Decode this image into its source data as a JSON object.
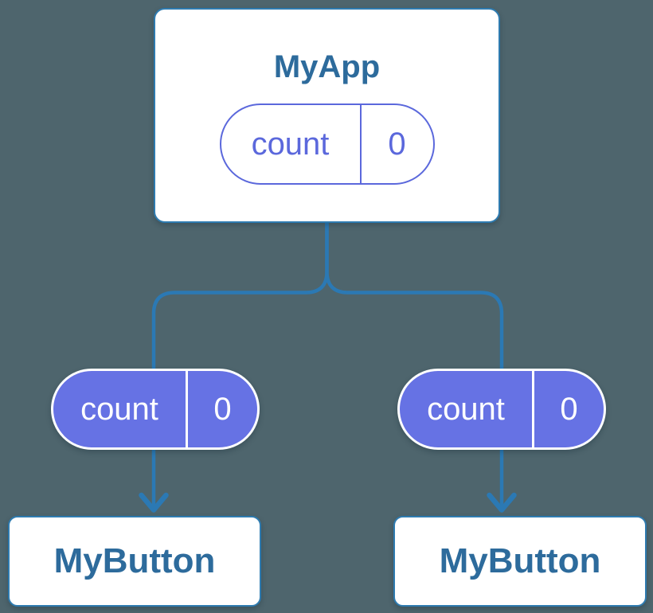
{
  "colors": {
    "background": "#4e656d",
    "connector": "#2b79b4",
    "node_border": "#2e7bb0",
    "node_fill": "#ffffff",
    "node_title_text": "#2d6b9c",
    "state_outline": "#5b68dc",
    "state_fill": "#6672e4",
    "state_text_on_fill": "#ffffff"
  },
  "diagram": {
    "type": "component-tree",
    "root": {
      "label": "MyApp",
      "state": {
        "name": "count",
        "value": "0"
      },
      "state_style": "outline"
    },
    "children": [
      {
        "label": "MyButton",
        "state": {
          "name": "count",
          "value": "0"
        },
        "state_style": "filled"
      },
      {
        "label": "MyButton",
        "state": {
          "name": "count",
          "value": "0"
        },
        "state_style": "filled"
      }
    ]
  }
}
